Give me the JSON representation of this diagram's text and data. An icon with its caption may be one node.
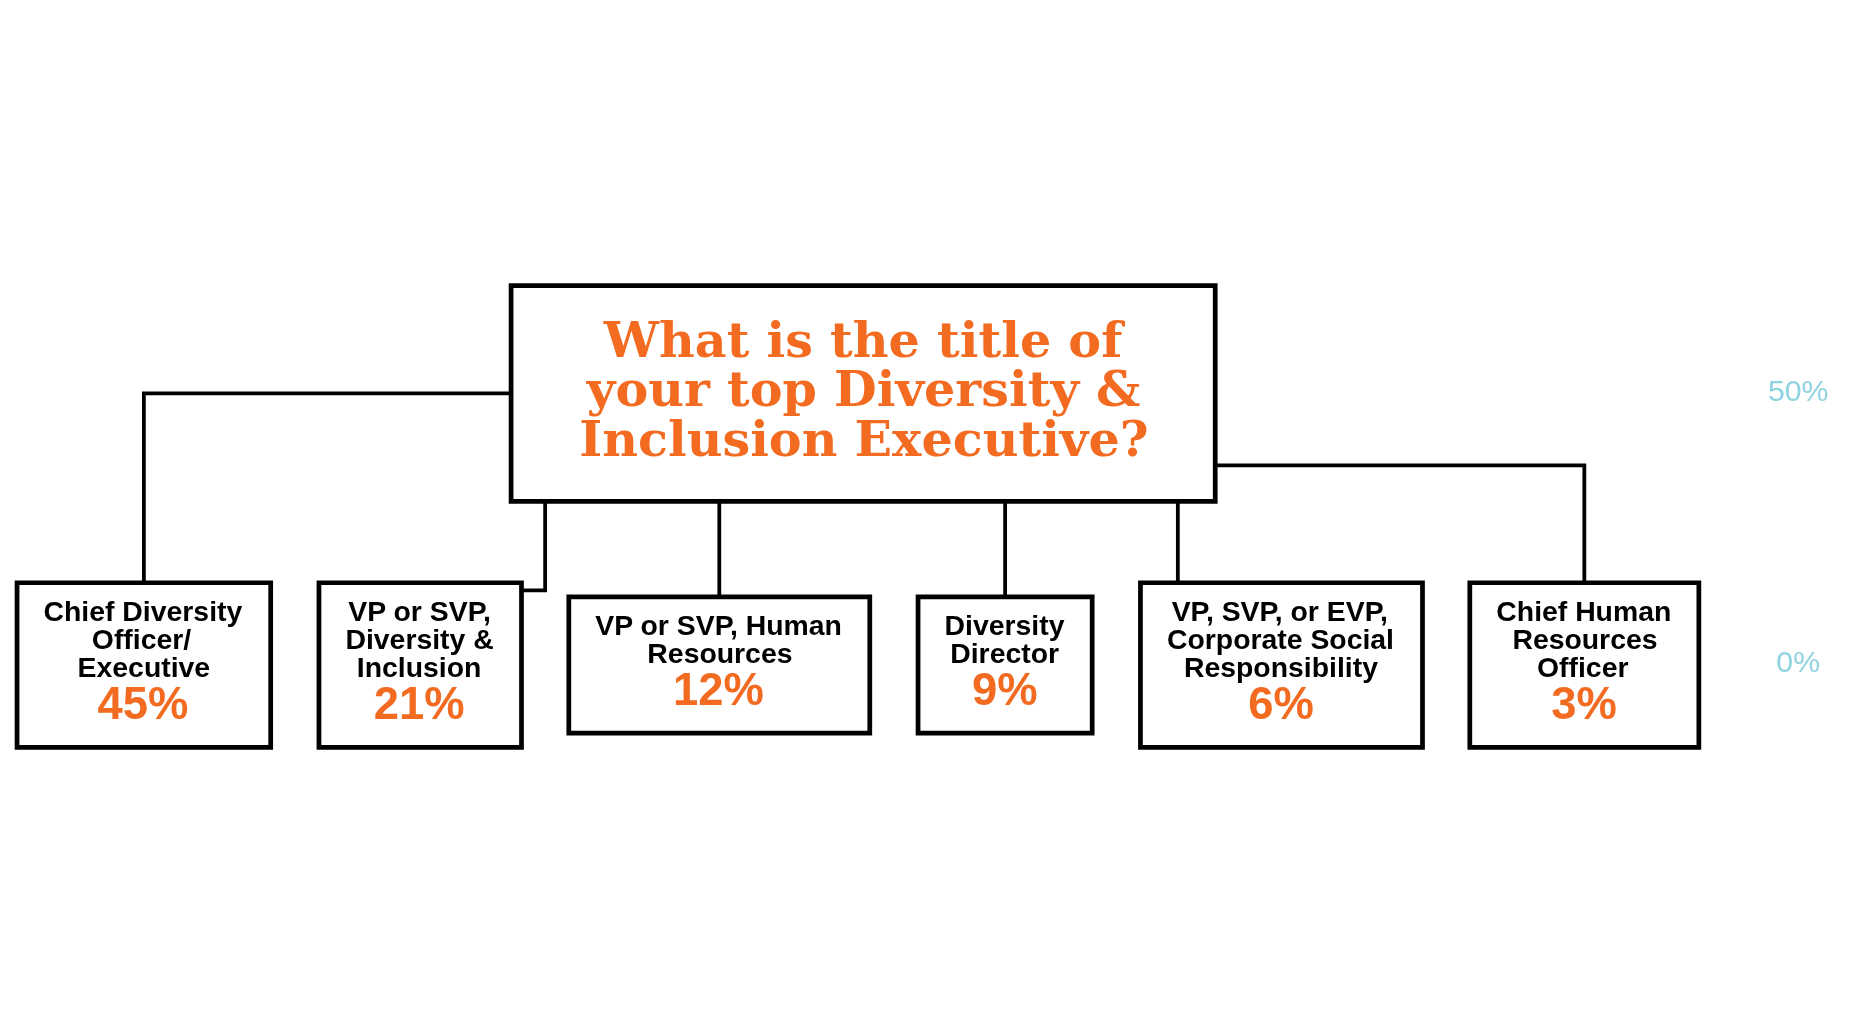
{
  "diagram": {
    "nodes": [
      {
        "text": [
          "What is the title of your top Diversity & Inclusion Executive?"
        ]
      },
      {
        "text": [
          "Chief Diversity Officer/ Executive",
          "45%"
        ]
      },
      {
        "text": [
          "VP or SVP, Diversity & Inclusion",
          "21%"
        ]
      },
      {
        "text": [
          "VP or SVP, Human Resources",
          "12%"
        ]
      },
      {
        "text": [
          "Diversity Director",
          "9%"
        ]
      },
      {
        "text": [
          "VP, SVP, or EVP, Corporate Social Responsibility",
          "6%"
        ]
      },
      {
        "text": [
          "Chief Human Resources Officer",
          "3%"
        ]
      }
    ],
    "edges": [
      {
        "from": 0,
        "to": 1,
        "arrow": "none"
      },
      {
        "from": 0,
        "to": 2,
        "arrow": "none"
      },
      {
        "from": 0,
        "to": 3,
        "arrow": "none"
      },
      {
        "from": 0,
        "to": 4,
        "arrow": "none"
      },
      {
        "from": 0,
        "to": 5,
        "arrow": "none"
      },
      {
        "from": 0,
        "to": 6,
        "arrow": "none"
      }
    ],
    "labels": [
      "50%",
      "0%"
    ]
  }
}
